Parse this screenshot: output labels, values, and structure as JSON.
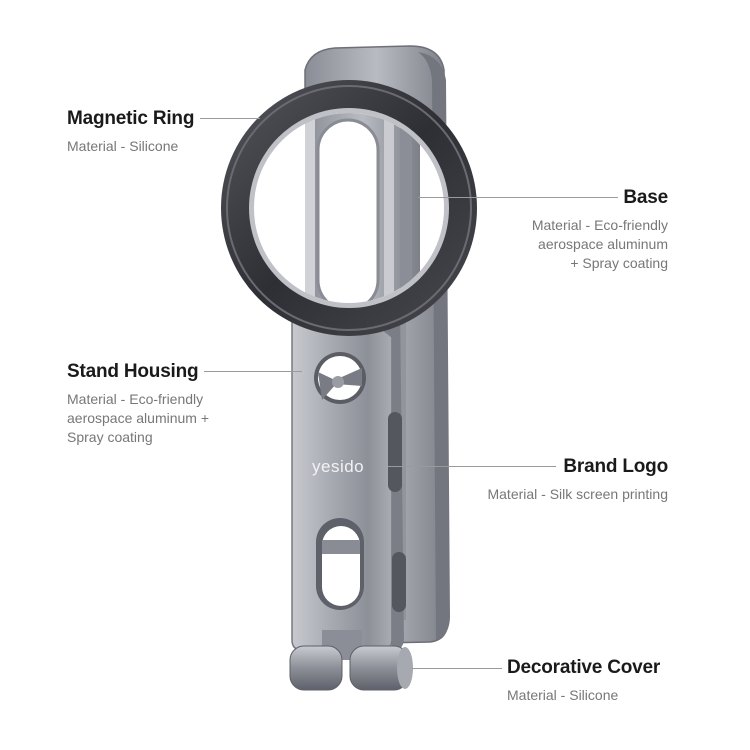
{
  "callouts": {
    "magnetic_ring": {
      "title": "Magnetic Ring",
      "desc": [
        "Material - Silicone"
      ]
    },
    "base": {
      "title": "Base",
      "desc": [
        "Material - Eco-friendly",
        "aerospace aluminum",
        "+ Spray coating"
      ]
    },
    "stand_housing": {
      "title": "Stand Housing",
      "desc": [
        "Material - Eco-friendly",
        "aerospace aluminum +",
        "Spray coating"
      ]
    },
    "brand_logo": {
      "title": "Brand Logo",
      "desc": [
        "Material - Silk screen printing"
      ]
    },
    "decorative_cover": {
      "title": "Decorative Cover",
      "desc": [
        "Material - Silicone"
      ]
    }
  },
  "product": {
    "logo_text": "yesido",
    "colors": {
      "aluminum": "#9ea0a8",
      "aluminum_dark": "#6e7079",
      "ring": "#3a3b40",
      "leader_line": "#9a9a9a"
    }
  }
}
